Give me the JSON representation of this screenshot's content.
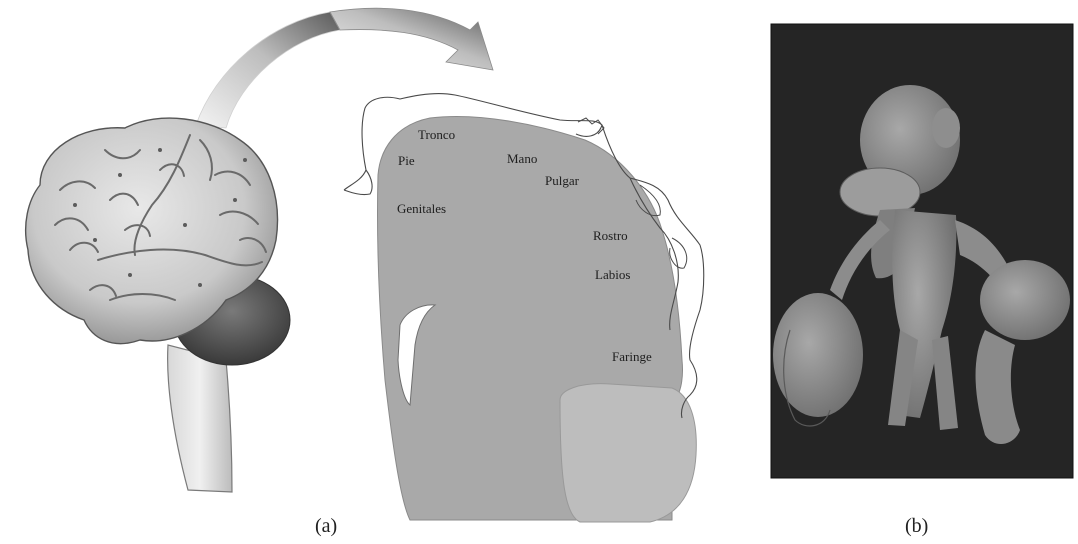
{
  "panel_a": {
    "labels": {
      "tronco": "Tronco",
      "pie": "Pie",
      "mano": "Mano",
      "pulgar": "Pulgar",
      "genitales": "Genitales",
      "rostro": "Rostro",
      "labios": "Labios",
      "faringe": "Faringe"
    },
    "caption": "(a)"
  },
  "panel_b": {
    "caption": "(b)"
  }
}
